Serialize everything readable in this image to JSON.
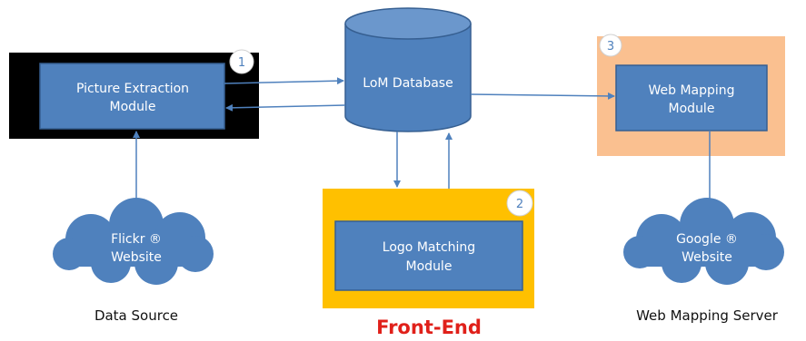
{
  "modules": {
    "picture_extraction": {
      "line1": "Picture Extraction",
      "line2": "Module",
      "number": "1"
    },
    "lom_database": {
      "label": "LoM Database"
    },
    "web_mapping": {
      "line1": "Web Mapping",
      "line2": "Module",
      "number": "3"
    },
    "logo_matching": {
      "line1": "Logo Matching",
      "line2": "Module",
      "number": "2"
    }
  },
  "clouds": {
    "flickr": {
      "line1": "Flickr ®",
      "line2": "Website"
    },
    "google": {
      "line1": "Google ®",
      "line2": "Website"
    }
  },
  "captions": {
    "data_source": "Data Source",
    "front_end": "Front-End",
    "web_mapping_server": "Web Mapping Server"
  },
  "colors": {
    "module_fill": "#4f81bd",
    "module_border": "#365f91",
    "black_panel": "#000000",
    "orange_panel": "#fac090",
    "yellow_panel": "#ffc000",
    "front_end_text": "#e0201a",
    "arrow": "#4f81bd"
  }
}
